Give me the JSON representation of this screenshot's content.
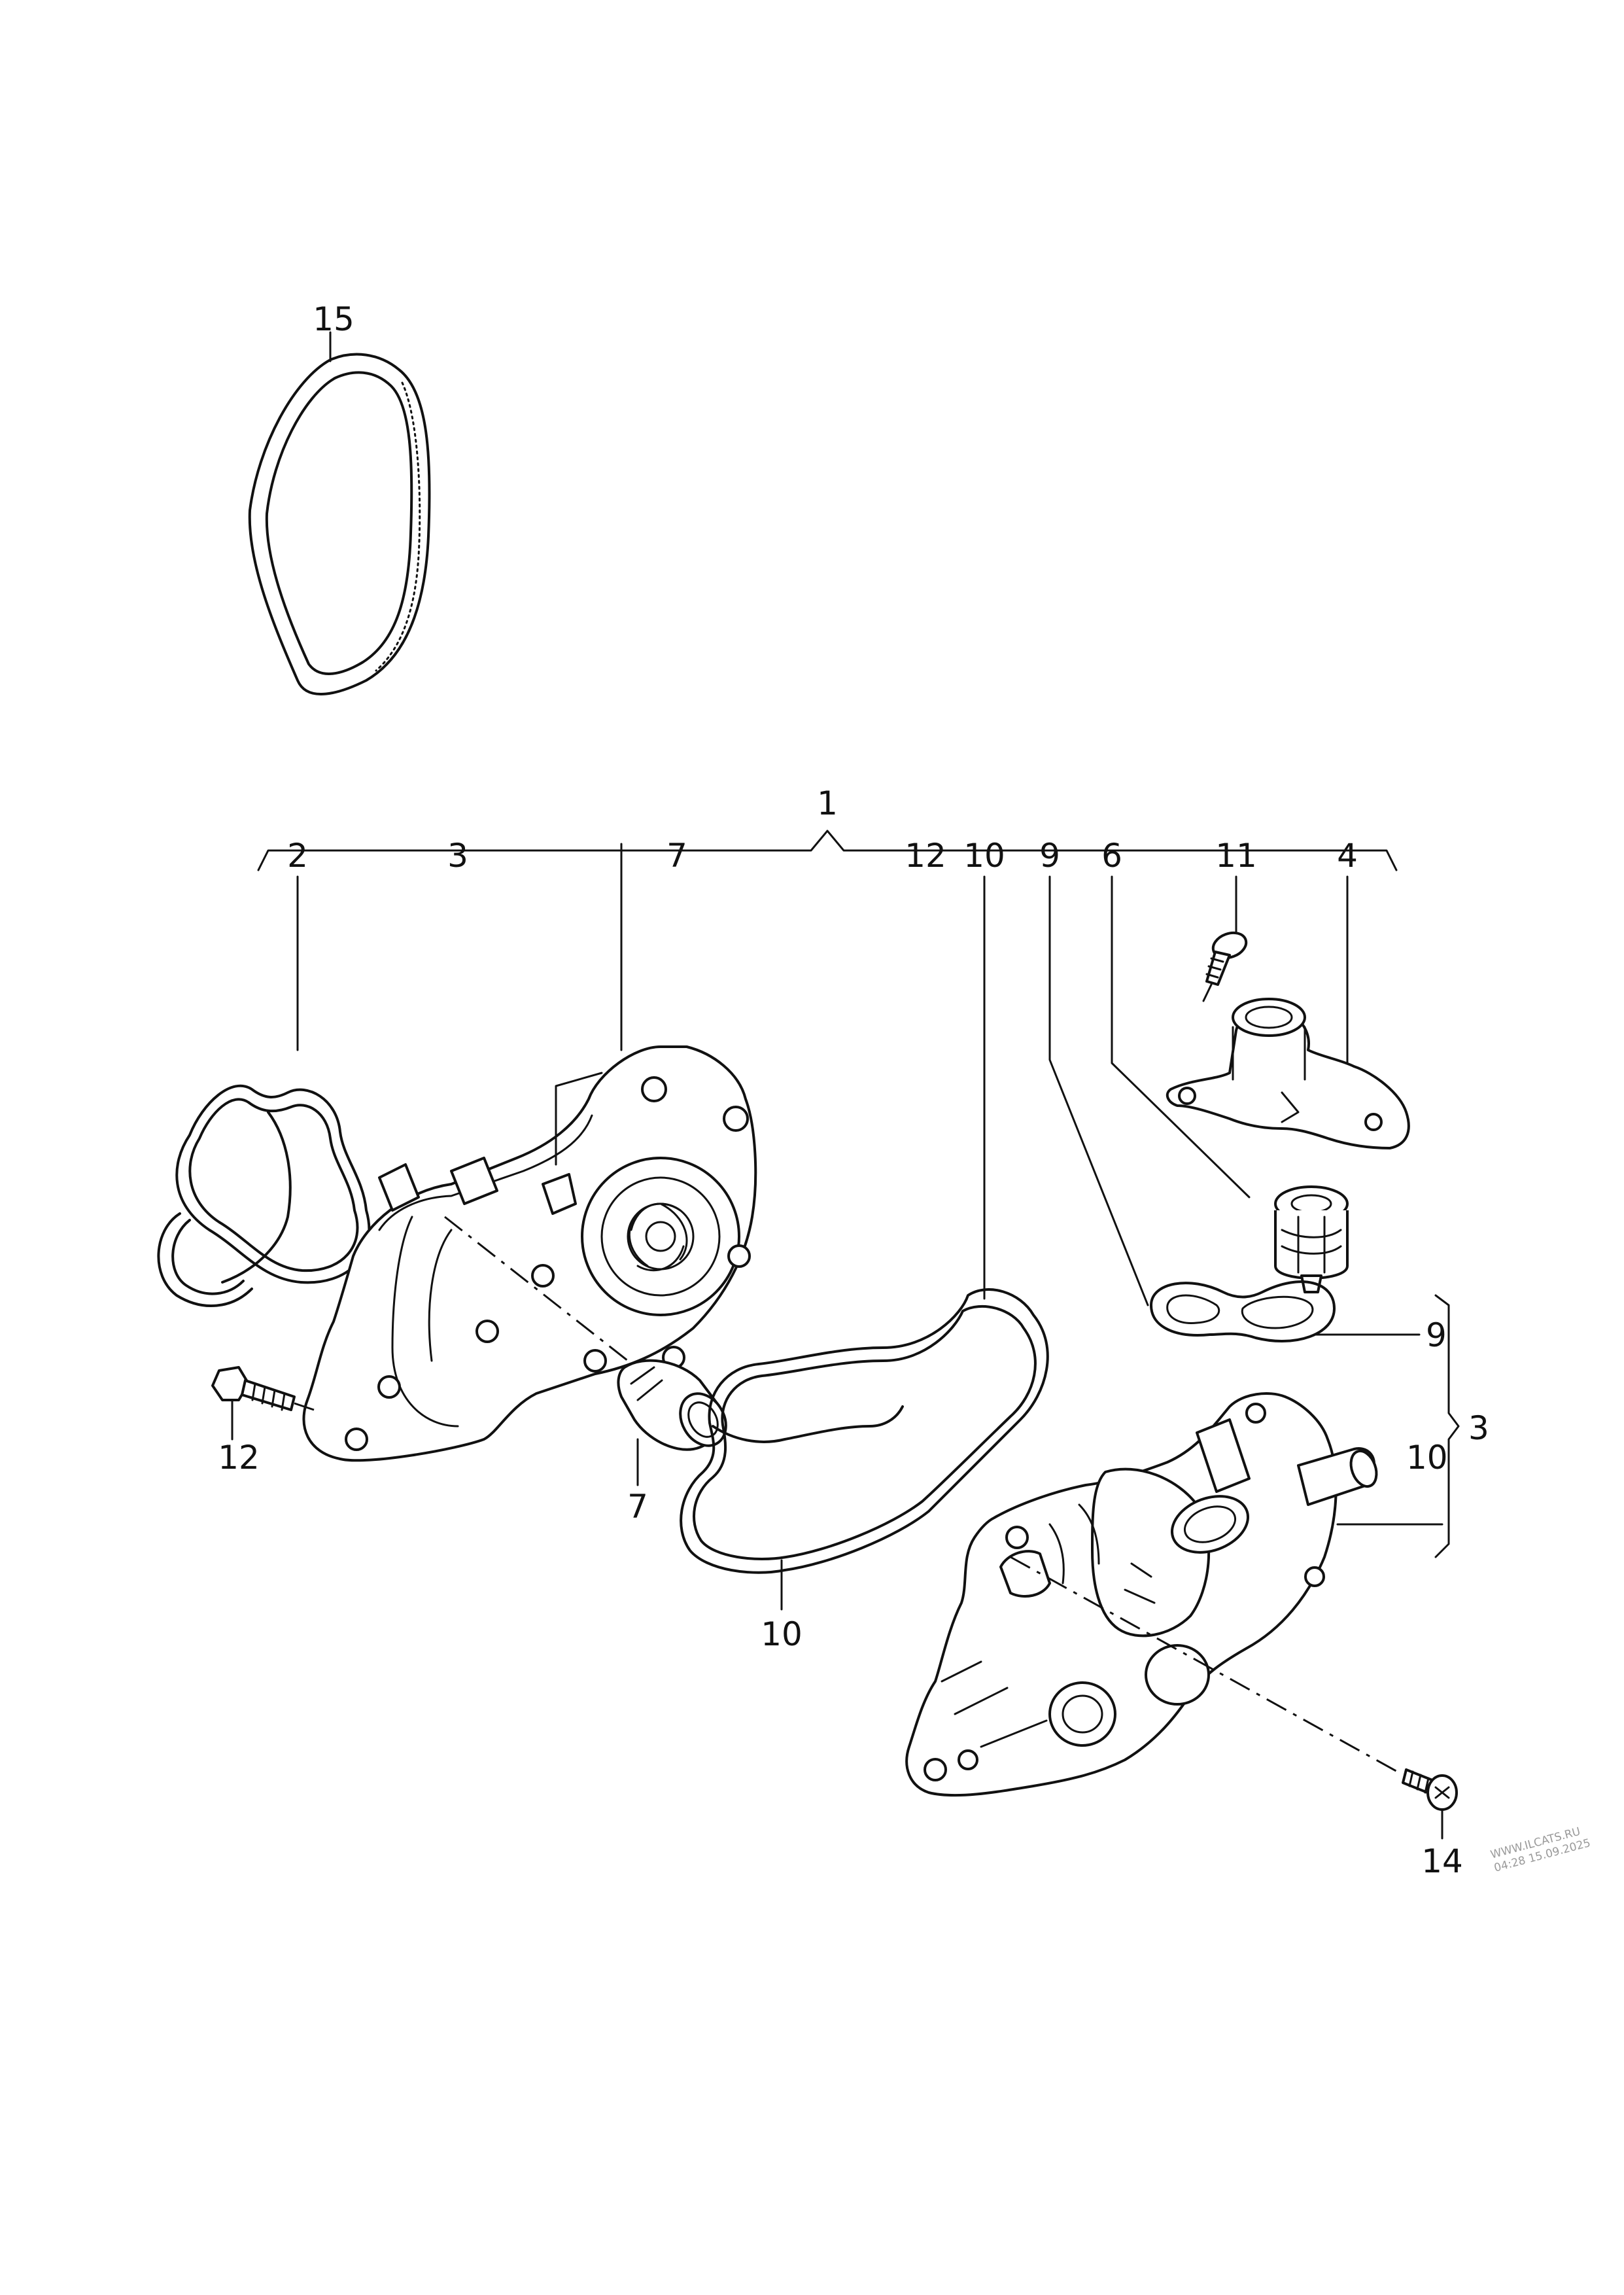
{
  "callouts": {
    "c15": "15",
    "c1": "1",
    "c2": "2",
    "c3_top": "3",
    "c7_top": "7",
    "c12_top": "12",
    "c10_top": "10",
    "c9_top": "9",
    "c6": "6",
    "c11": "11",
    "c4": "4",
    "c12_bottom": "12",
    "c7_bottom": "7",
    "c10_bottom": "10",
    "c9_right": "9",
    "c10_right": "10",
    "c3_right": "3",
    "c14": "14"
  },
  "watermark": {
    "line1": "WWW.ILCATS.RU",
    "line2": "04:28 15.09.2025"
  }
}
